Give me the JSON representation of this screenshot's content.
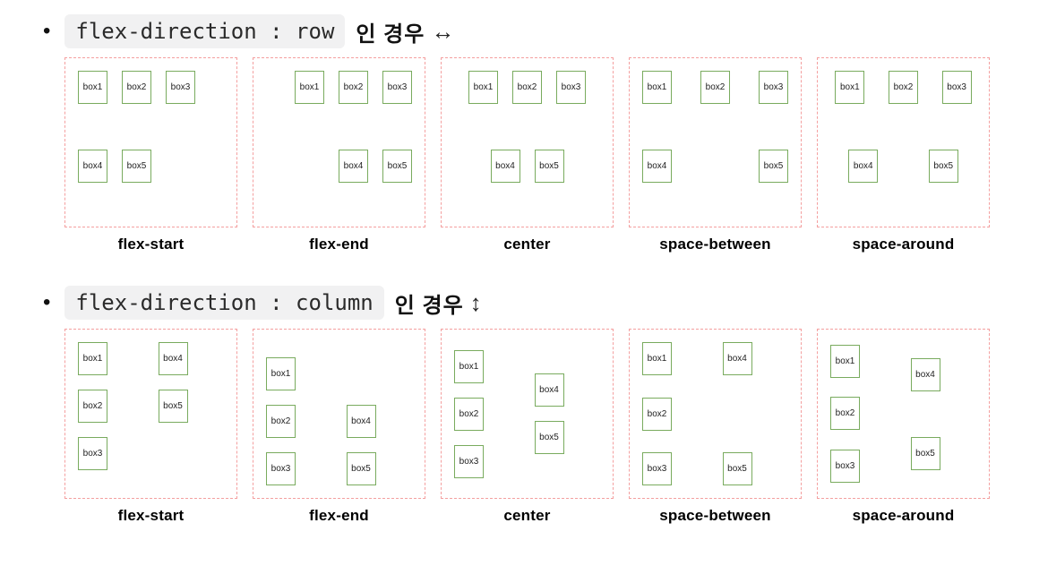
{
  "colors": {
    "container_border": "#f49f9f",
    "box_border": "#79ab5e",
    "box_label": "#222222",
    "code_bg": "#f1f1f2",
    "code_text": "#2a2a2a",
    "caption_text": "#000000"
  },
  "sections": [
    {
      "bullet": "•",
      "code": "flex-direction : row",
      "suffix": "인 경우",
      "arrow": "↔",
      "direction": "row",
      "boxes": [
        "box1",
        "box2",
        "box3",
        "box4",
        "box5"
      ],
      "diagrams": [
        {
          "label": "flex-start",
          "justify": "flex-start"
        },
        {
          "label": "flex-end",
          "justify": "flex-end"
        },
        {
          "label": "center",
          "justify": "center"
        },
        {
          "label": "space-between",
          "justify": "space-between"
        },
        {
          "label": "space-around",
          "justify": "space-around"
        }
      ]
    },
    {
      "bullet": "•",
      "code": "flex-direction : column",
      "suffix": "인 경우",
      "arrow": "↕",
      "direction": "column",
      "boxes": [
        "box1",
        "box2",
        "box3",
        "box4",
        "box5"
      ],
      "diagrams": [
        {
          "label": "flex-start",
          "justify": "flex-start"
        },
        {
          "label": "flex-end",
          "justify": "flex-end"
        },
        {
          "label": "center",
          "justify": "center"
        },
        {
          "label": "space-between",
          "justify": "space-between"
        },
        {
          "label": "space-around",
          "justify": "space-around"
        }
      ]
    }
  ]
}
